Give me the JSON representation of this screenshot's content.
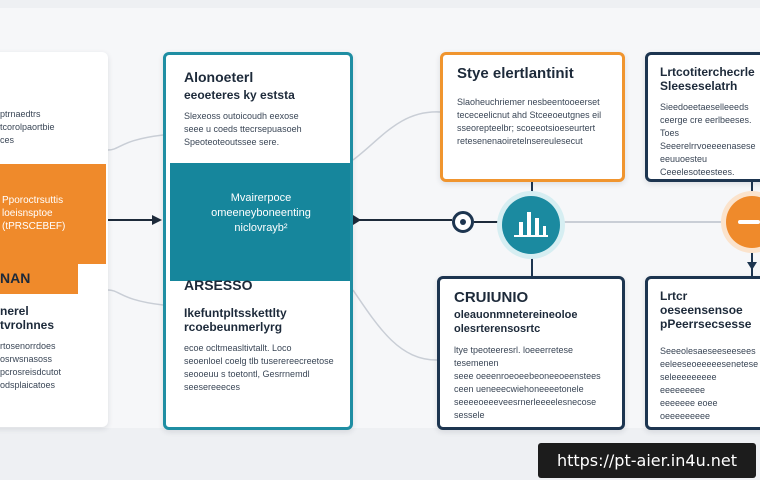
{
  "colors": {
    "teal": "#1f8ea3",
    "orange": "#ef8a2b",
    "navy": "#1d3550",
    "background": "#eef0f3"
  },
  "left_card": {
    "top_text": "ptrnaedtrs\ntcorolpaortbie\nces",
    "orange_text": "Pporoctrsuttis\nloeisnsptoe\n(tPRSCEBEF)",
    "mid_title": "NAN",
    "mid_body": "nerel\ntvrolnnes",
    "bottom_text": "rtosenorrdoes\nosrwsnasoss\npcrosreisdcutot\nodsplaicatoes"
  },
  "teal_card": {
    "title": "Alonoeterl",
    "subtitle": "eeoeteres ky eststa",
    "intro_body": "Slexeoss outoicoudh eexose\nseee u coeds ttecrsepuasoeh\nSpeoteoteoutssee sere.",
    "highlight_text": "Mvairerpoce\nomeeneyboneenting\nniclovrayb²",
    "section_title": "ARSESSO",
    "section_subtitle": "Ikefuntpltsskettlty\nrcoebeunmerlyrg",
    "section_body": "ecoe ocltmeasltivtallt. Loco\nseoenloel coelg tlb tuserereecreetose\nseooeuu s toetontl, Gesrrnemdl\nseesereeeces"
  },
  "orange_card": {
    "title": "Stye elertlantinit",
    "body": "Slaoheuchriemer nesbeentooeerset\ntececeelicnut ahd Stceeoeutgnes eil\nsseorepteelbr; scoeeotsioeseurtert\nretesenenaoiretelnsereulesecut"
  },
  "navy_top_card": {
    "title": "Lrtcotiterchecrle\nSleeseselatrh",
    "body": "Sieedoeetaeselleeeds\nceerge cre eerlbeeses. Toes\nSeeerelrrvoeeeenasese\neeuuoesteu\nCeeelesoteestees."
  },
  "navy_mid_card": {
    "title": "CRUIUNIO",
    "subtitle": "oleauonmnetereineoloe\nolesrterensosrtc",
    "body": "ltye tpeoteeresrl. loeeerretese tesemenen\nseee oeeenroeoeebeoneeoeenstees\nceen ueneeecwiehoneeeetonele\nseeeeoeeeveesrnerleeeelesnecose\nsessele"
  },
  "navy_right_card": {
    "title": "Lrtcr oeseensensoe\npPeerrsecsesse",
    "body": "Seeeolesaeseeseesees\neeleeseoeeeeesenetese\nseleeeeeeeee eeeeeeeee\neeeeeee eoee oeeeeeeeee\neeeeeeeeeeee"
  },
  "watermark": "https://pt-aier.in4u.net"
}
